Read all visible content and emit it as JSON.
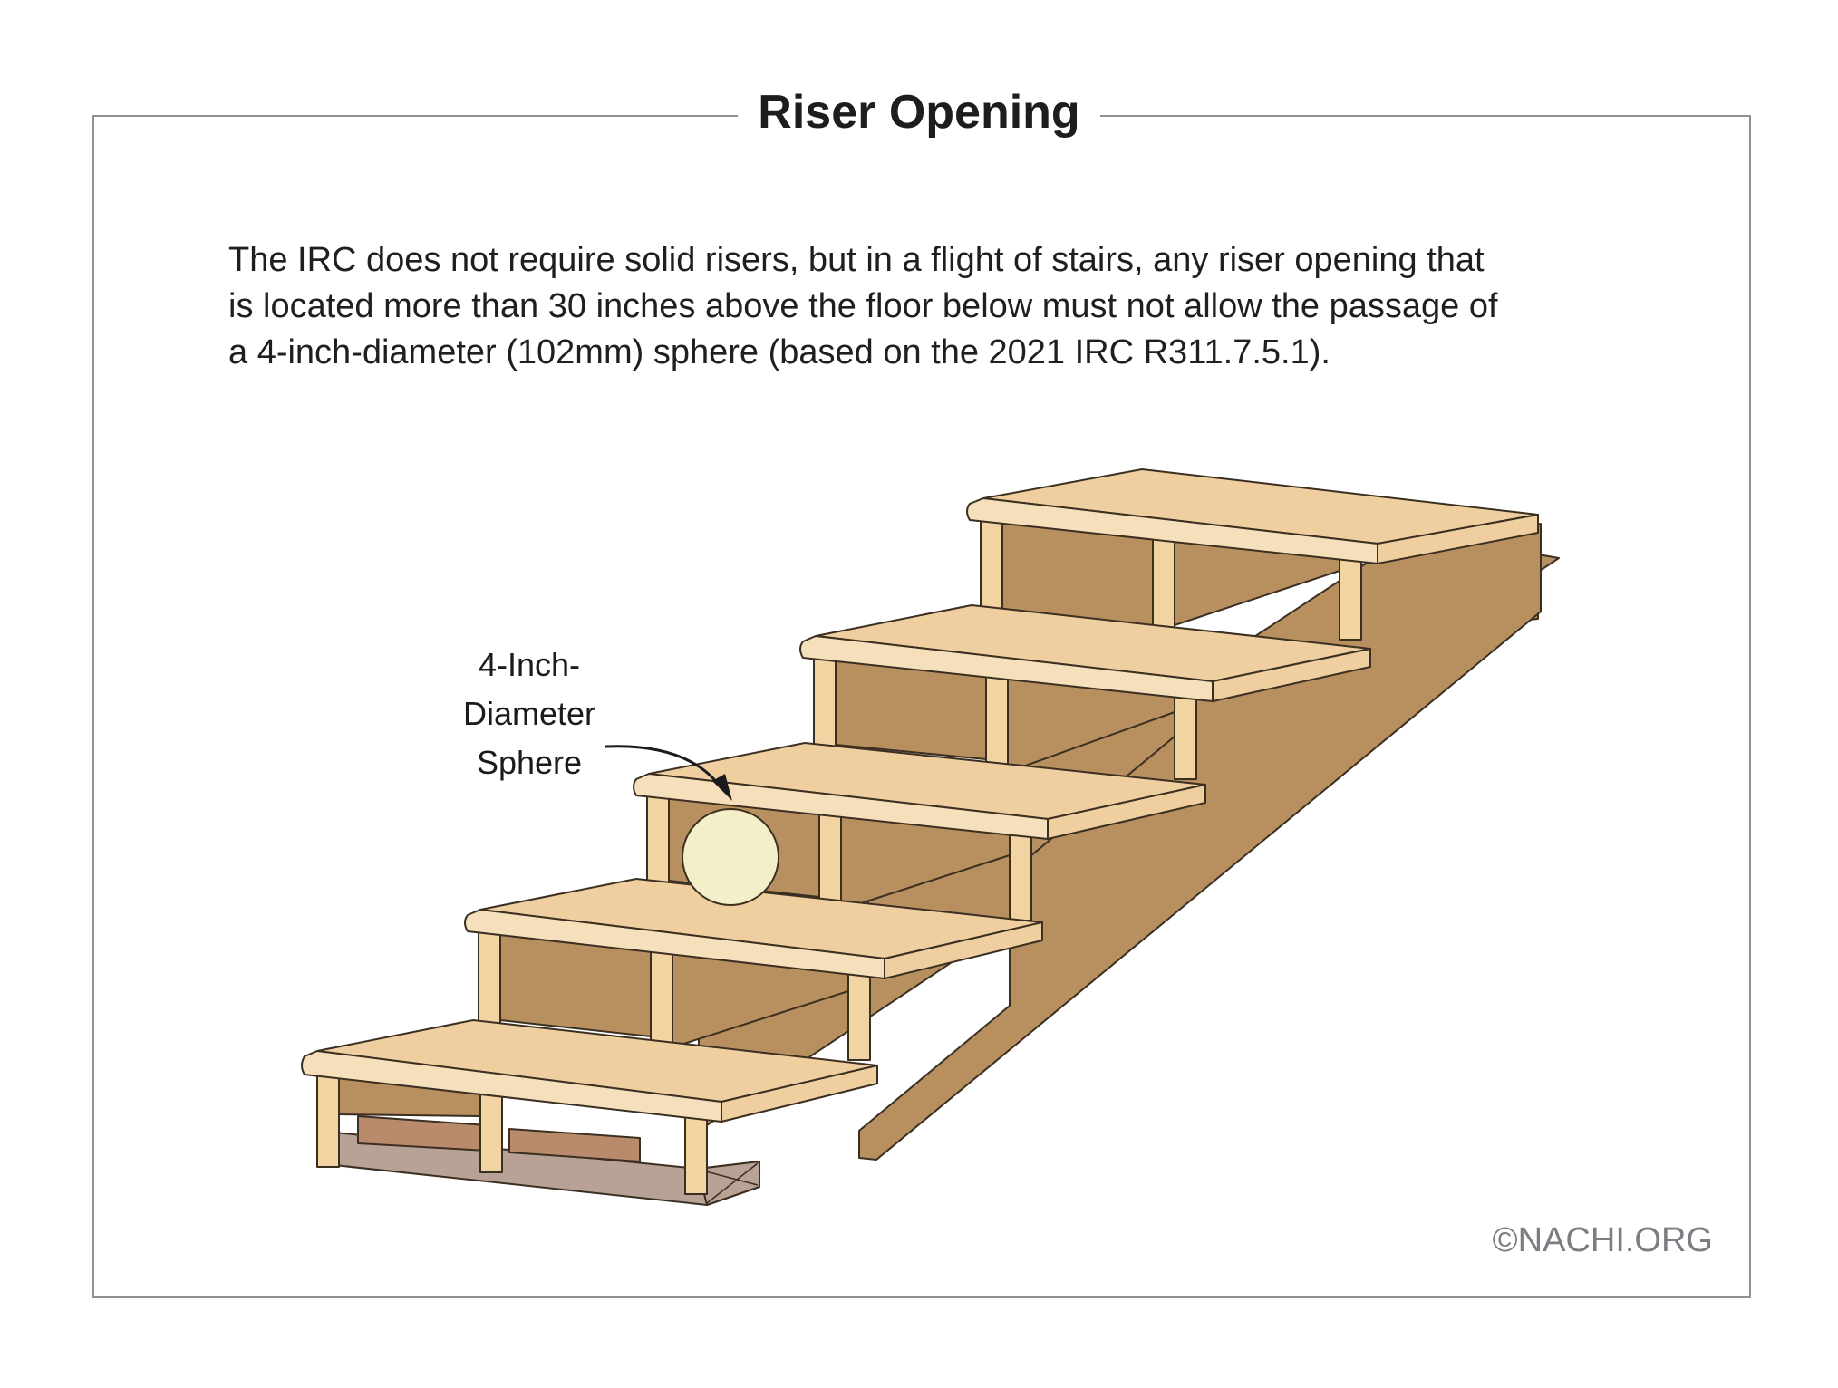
{
  "title": "Riser Opening",
  "description": {
    "line1": "The IRC does not require solid risers, but in a flight of stairs, any riser opening that",
    "line2": "is located more than 30 inches above the floor below must not allow the passage of",
    "line3": "a 4-inch-diameter (102mm) sphere (based on the 2021 IRC R311.7.5.1)."
  },
  "callout": {
    "line1": "4-Inch-",
    "line2": "Diameter",
    "line3": "Sphere"
  },
  "credit": "©NACHI.ORG",
  "colors": {
    "frame": "#8f9196",
    "tread_top": "#efcf9f",
    "tread_edge": "#f6e0bc",
    "riser_post": "#f2d3a2",
    "stringer": "#b88f5e",
    "stringer_dark": "#a57e50",
    "base_plate": "#b8a296",
    "base_inner": "#b98b6c",
    "sphere": "#f3efc8",
    "outline": "#3b2f22"
  }
}
